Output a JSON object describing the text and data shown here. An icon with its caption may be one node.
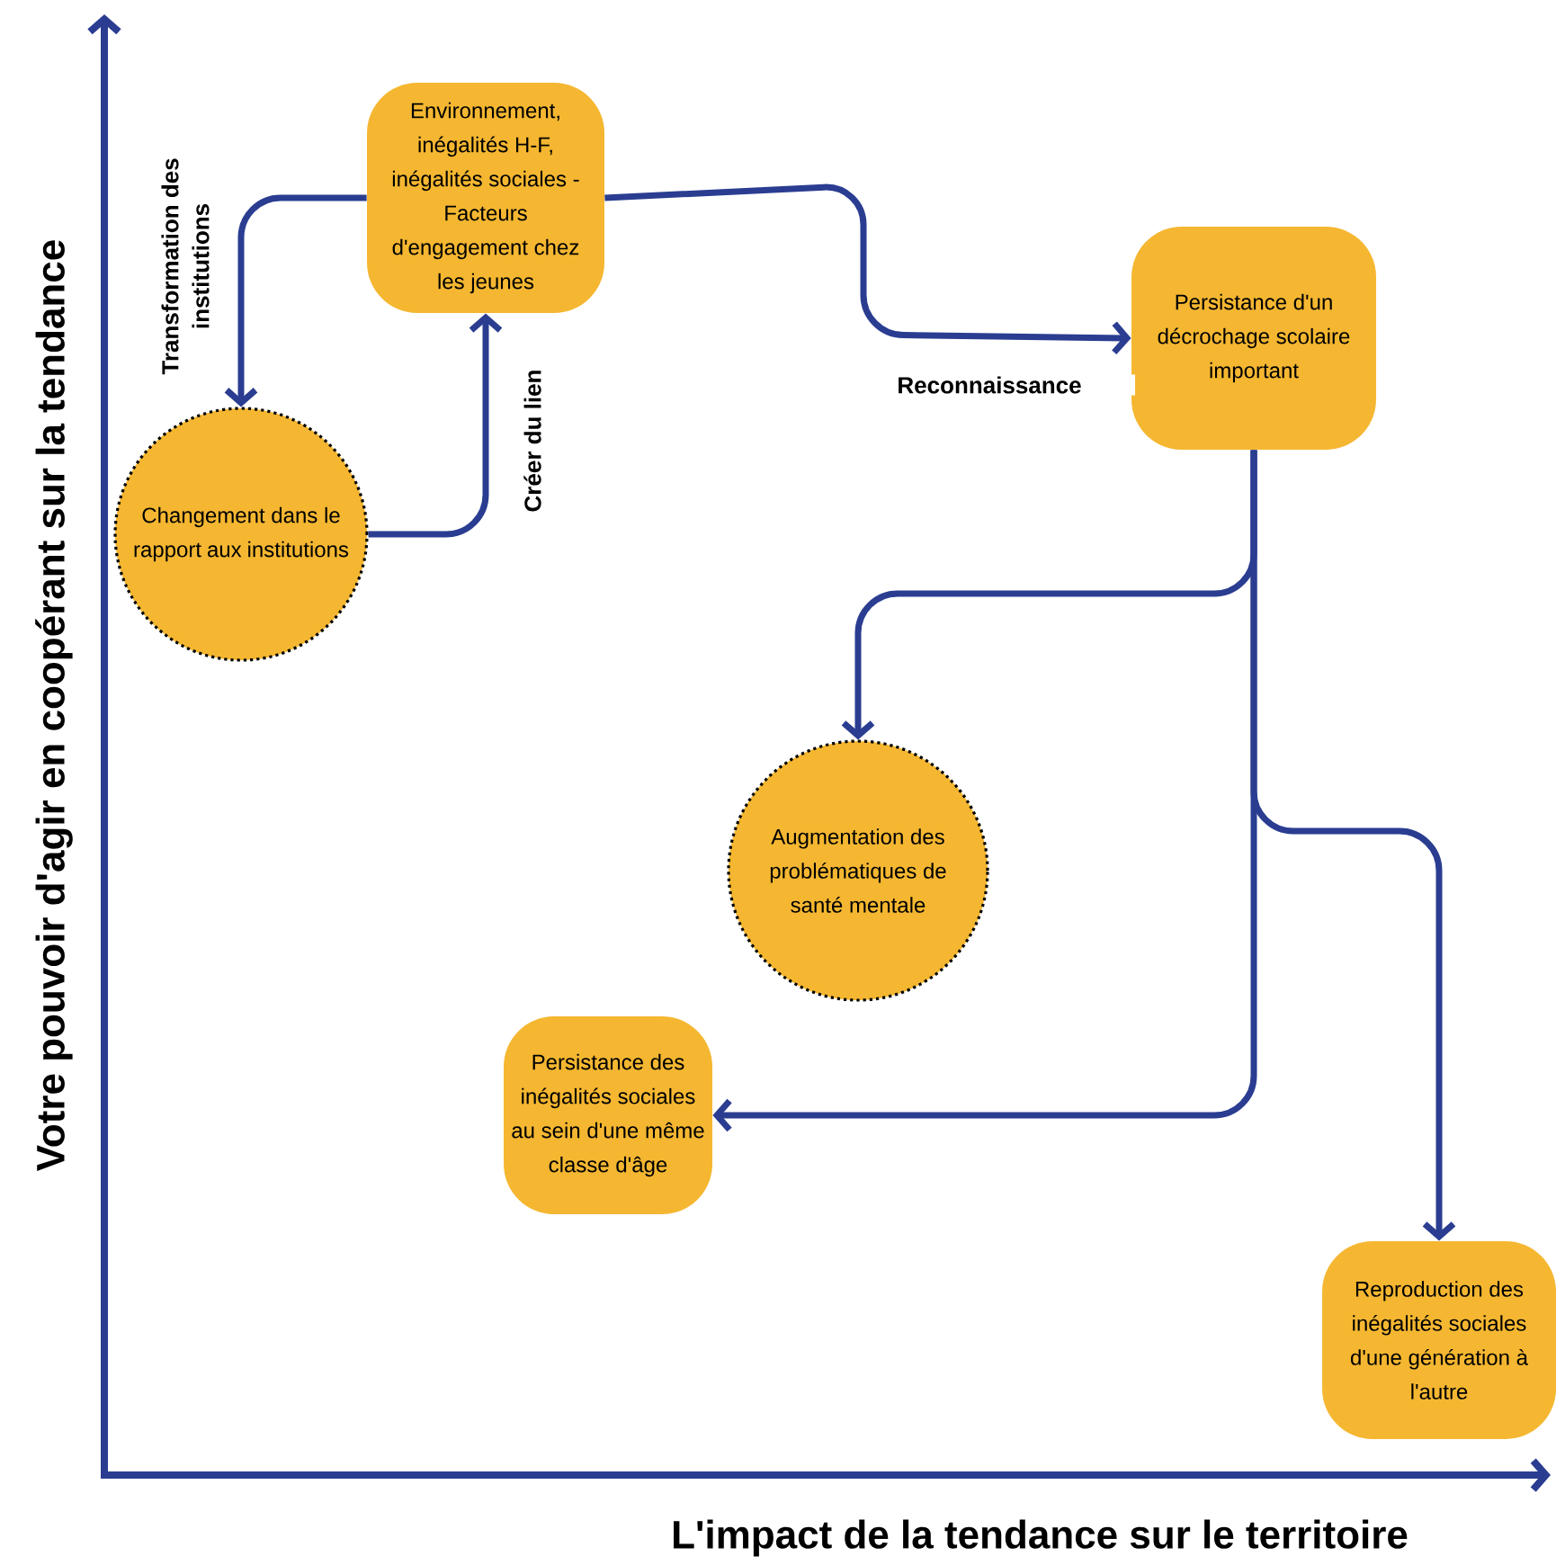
{
  "diagram": {
    "nodes": [
      {
        "text": [
          "Environnement, inégalités H-F, inégalités sociales - Facteurs d'engagement chez les jeunes"
        ]
      },
      {
        "text": [
          "Changement dans le rapport aux institutions"
        ]
      },
      {
        "text": [
          "Persistance d'un décrochage scolaire important"
        ]
      },
      {
        "text": [
          "Augmentation des problématiques de santé mentale"
        ]
      },
      {
        "text": [
          "Persistance des inégalités sociales au sein d'une même classe d'âge"
        ]
      },
      {
        "text": [
          "Reproduction des inégalités sociales d'une génération à l'autre"
        ]
      }
    ],
    "edges": [
      {
        "from": 0,
        "to": 1,
        "arrow": "to",
        "label": "Transformation des institutions"
      },
      {
        "from": 1,
        "to": 0,
        "arrow": "to",
        "label": "Créer du lien"
      },
      {
        "from": 0,
        "to": 2,
        "arrow": "to",
        "label": "Reconnaissance"
      },
      {
        "from": 2,
        "to": 3,
        "arrow": "to"
      },
      {
        "from": 2,
        "to": 4,
        "arrow": "to"
      },
      {
        "from": 2,
        "to": 5,
        "arrow": "to"
      }
    ],
    "labels": [
      "Votre pouvoir d'agir en coopérant sur la tendance",
      "L'impact de la tendance sur le territoire"
    ]
  }
}
